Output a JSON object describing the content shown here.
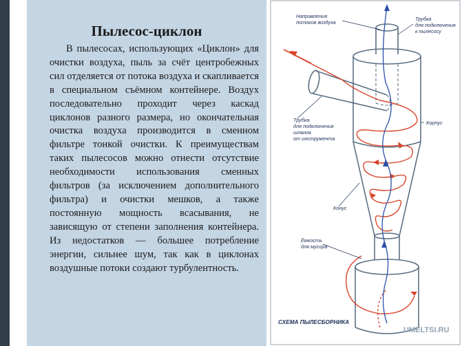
{
  "slide": {
    "title": "Пылесос-циклон",
    "body": "В пылесосах, использующих «Циклон» для очистки воздуха, пыль за счёт центробежных сил отделяется от потока воздуха и скапливается в специальном съёмном контейнере. Воздух последовательно проходит через каскад циклонов разного размера, но окончательная очистка воздуха производится в сменном фильтре тонкой очистки. К преимуществам таких пылесосов можно отнести отсутствие необходимости использования сменных фильтров (за исключением дополнительного фильтра) и очистки мешков, а также постоянную мощность всасывания, не зависящую от степени заполнения контейнера. Из недостатков — большее потребление энергии, сильнее шум, так как в циклонах воздушные потоки создают турбулентность."
  },
  "diagram": {
    "labels": {
      "flow_1": "Направления",
      "flow_2": "потоков воздуха",
      "tube_top_1": "Трубка",
      "tube_top_2": "для подключения",
      "tube_top_3": "к пылесосу",
      "tube_side_1": "Трубка",
      "tube_side_2": "для подключения",
      "tube_side_3": "шланга",
      "tube_side_4": "от инструмента",
      "body": "Корпус",
      "cone": "Конус",
      "bin_1": "Ёмкость",
      "bin_2": "для мусора",
      "caption": "СХЕМА ПЫЛЕСБОРНИКА"
    },
    "watermark": "UMELTSI.RU",
    "colors": {
      "outline": "#5b6f84",
      "flow_red": "#d8452c",
      "flow_blue": "#2b4ea8"
    }
  }
}
